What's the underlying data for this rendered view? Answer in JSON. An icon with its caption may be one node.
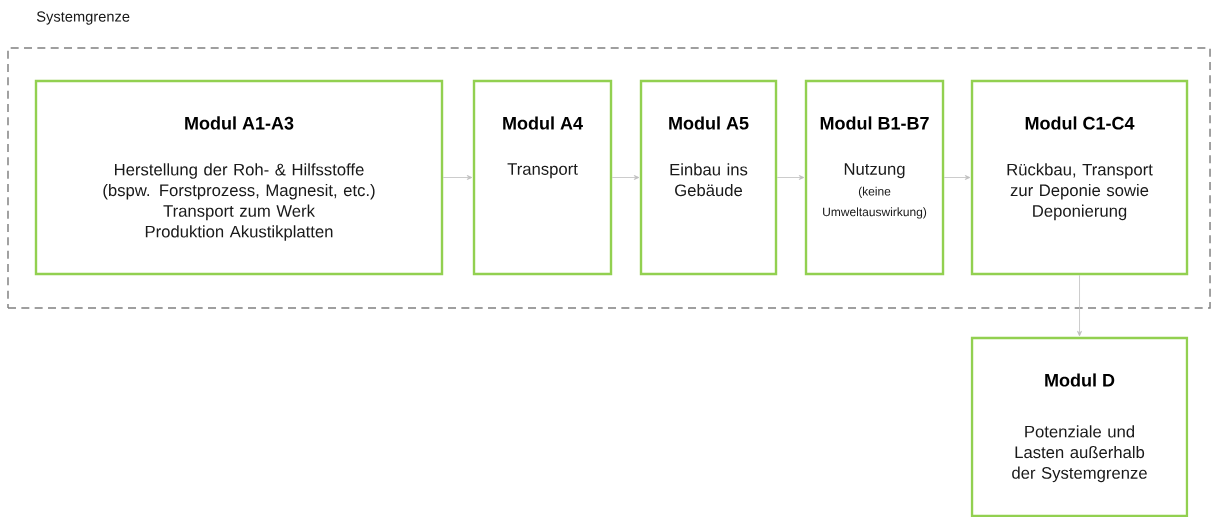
{
  "diagram": {
    "nodes": [
      {
        "text": [
          "Systemgrenze"
        ]
      },
      {
        "text": [
          "Modul A1-A3",
          "Herstellung der Roh- & Hilfsstoffe (bspw. Forstprozess, Magnesit, etc.)",
          "Transport zum Werk",
          "Produktion Akustikplatten"
        ],
        "in": 0
      },
      {
        "text": [
          "Modul A4",
          "Transport"
        ],
        "in": 0
      },
      {
        "text": [
          "Modul A5",
          "Einbau ins Gebäude"
        ],
        "in": 0
      },
      {
        "text": [
          "Modul B1-B7",
          "Nutzung",
          "(keine Umweltauswirkung)"
        ],
        "in": 0
      },
      {
        "text": [
          "Modul C1-C4",
          "Rückbau, Transport zur Deponie sowie Deponierung"
        ],
        "in": 0
      },
      {
        "text": [
          "Modul D",
          "Potenziale und Lasten außerhalb der Systemgrenze"
        ]
      }
    ],
    "edges": [
      {
        "from": 1,
        "to": 2,
        "arrow": "to"
      },
      {
        "from": 2,
        "to": 3,
        "arrow": "to"
      },
      {
        "from": 3,
        "to": 4,
        "arrow": "to"
      },
      {
        "from": 4,
        "to": 5,
        "arrow": "to"
      },
      {
        "from": 5,
        "to": 6,
        "arrow": "to"
      }
    ]
  }
}
